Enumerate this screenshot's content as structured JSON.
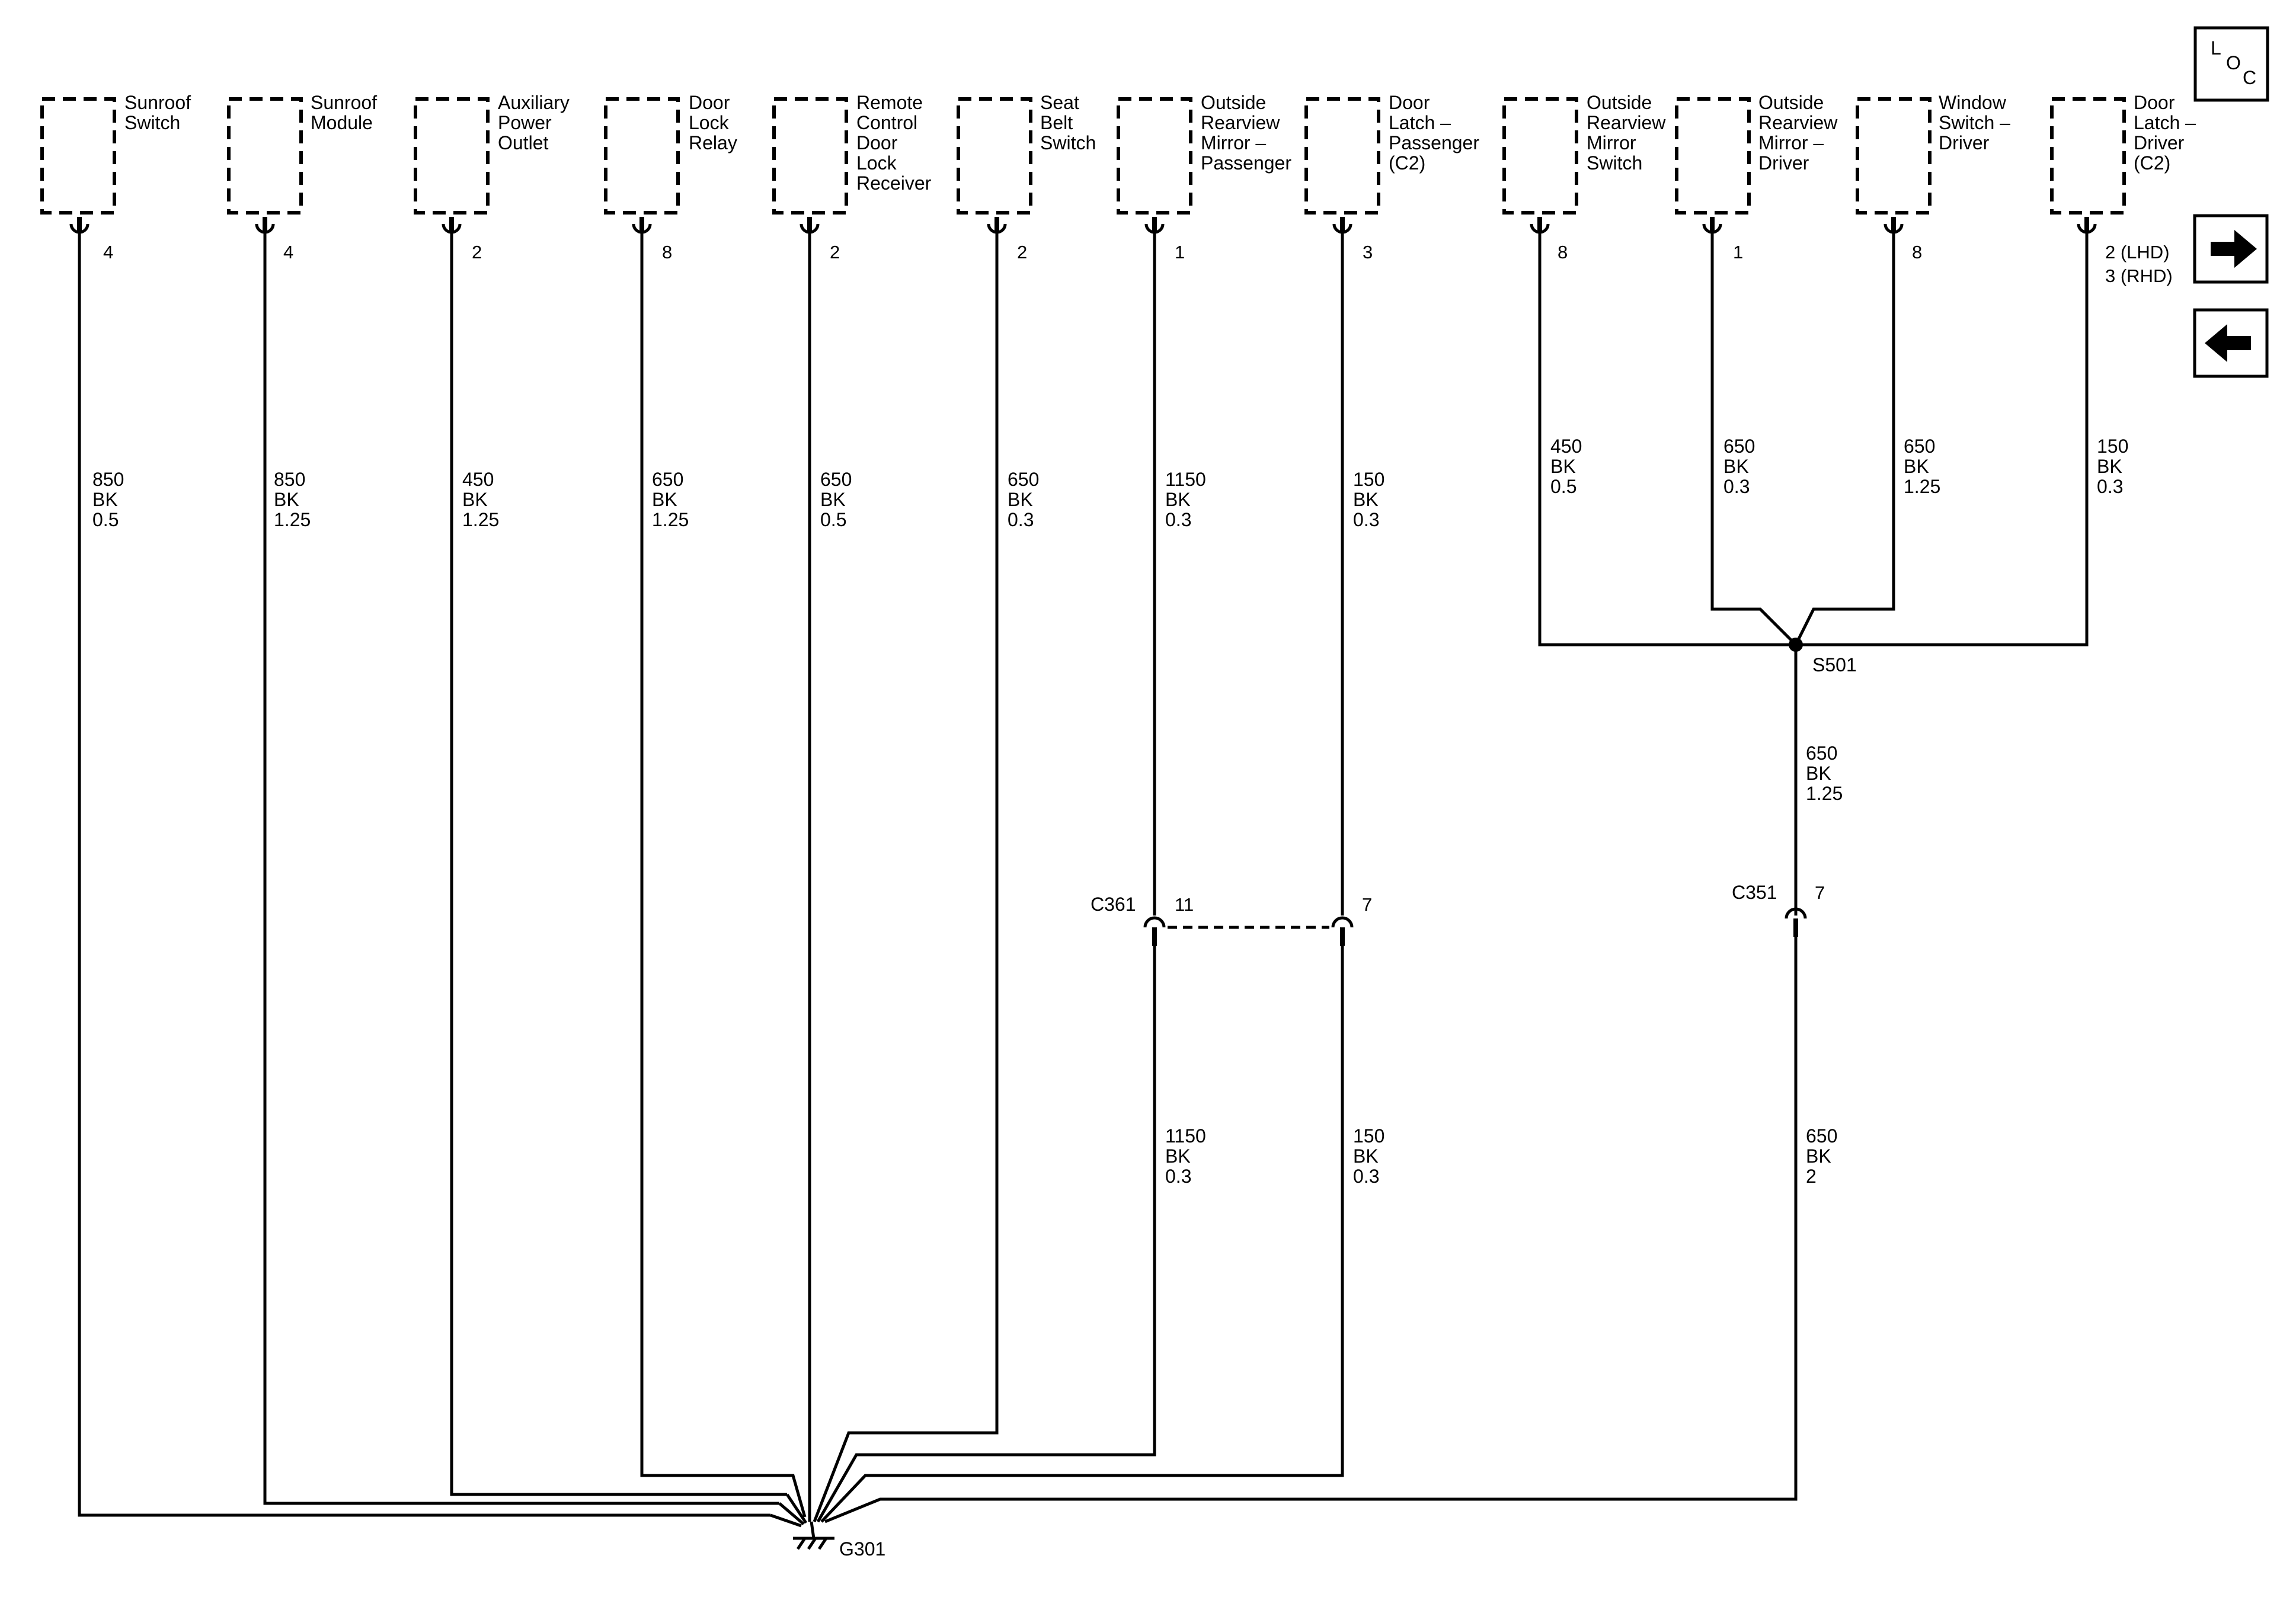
{
  "components": [
    {
      "id": "sunroof-switch",
      "lines": [
        "Sunroof",
        "Switch"
      ],
      "pin": "4",
      "wire": [
        "850",
        "BK",
        "0.5"
      ]
    },
    {
      "id": "sunroof-module",
      "lines": [
        "Sunroof",
        "Module"
      ],
      "pin": "4",
      "wire": [
        "850",
        "BK",
        "1.25"
      ]
    },
    {
      "id": "auxiliary-power-outlet",
      "lines": [
        "Auxiliary",
        "Power",
        "Outlet"
      ],
      "pin": "2",
      "wire": [
        "450",
        "BK",
        "1.25"
      ]
    },
    {
      "id": "door-lock-relay",
      "lines": [
        "Door",
        "Lock",
        "Relay"
      ],
      "pin": "8",
      "wire": [
        "650",
        "BK",
        "1.25"
      ]
    },
    {
      "id": "remote-control-door-lock-receiver",
      "lines": [
        "Remote",
        "Control",
        "Door",
        "Lock",
        "Receiver"
      ],
      "pin": "2",
      "wire": [
        "650",
        "BK",
        "0.5"
      ]
    },
    {
      "id": "seat-belt-switch",
      "lines": [
        "Seat",
        "Belt",
        "Switch"
      ],
      "pin": "2",
      "wire": [
        "650",
        "BK",
        "0.3"
      ]
    },
    {
      "id": "outside-rearview-mirror-passenger",
      "lines": [
        "Outside",
        "Rearview",
        "Mirror –",
        "Passenger"
      ],
      "pin": "1",
      "wire": [
        "1150",
        "BK",
        "0.3"
      ],
      "wire_lower": [
        "1150",
        "BK",
        "0.3"
      ]
    },
    {
      "id": "door-latch-passenger-c2",
      "lines": [
        "Door",
        "Latch –",
        "Passenger",
        "(C2)"
      ],
      "pin": "3",
      "wire": [
        "150",
        "BK",
        "0.3"
      ],
      "wire_lower": [
        "150",
        "BK",
        "0.3"
      ]
    },
    {
      "id": "outside-rearview-mirror-switch",
      "lines": [
        "Outside",
        "Rearview",
        "Mirror",
        "Switch"
      ],
      "pin": "8",
      "wire": [
        "450",
        "BK",
        "0.5"
      ]
    },
    {
      "id": "outside-rearview-mirror-driver",
      "lines": [
        "Outside",
        "Rearview",
        "Mirror –",
        "Driver"
      ],
      "pin": "1",
      "wire": [
        "650",
        "BK",
        "0.3"
      ]
    },
    {
      "id": "window-switch-driver",
      "lines": [
        "Window",
        "Switch –",
        "Driver"
      ],
      "pin": "8",
      "wire": [
        "650",
        "BK",
        "1.25"
      ]
    },
    {
      "id": "door-latch-driver-c2",
      "lines": [
        "Door",
        "Latch –",
        "Driver",
        "(C2)"
      ],
      "pin": "2 (LHD)",
      "pin_alt": "3 (RHD)",
      "wire": [
        "150",
        "BK",
        "0.3"
      ]
    }
  ],
  "connectors": [
    {
      "id": "c361",
      "name": "C361",
      "pins": [
        "11",
        "7"
      ]
    },
    {
      "id": "c351",
      "name": "C351",
      "pins": [
        "7"
      ]
    }
  ],
  "splice": {
    "name": "S501",
    "wire_out": [
      "650",
      "BK",
      "1.25"
    ],
    "wire_lower": [
      "650",
      "BK",
      "2"
    ]
  },
  "ground": {
    "name": "G301"
  },
  "loc_icon": {
    "letters": [
      "L",
      "O",
      "C"
    ]
  },
  "nav": {
    "forward": "right-arrow-icon",
    "back": "left-arrow-icon"
  }
}
